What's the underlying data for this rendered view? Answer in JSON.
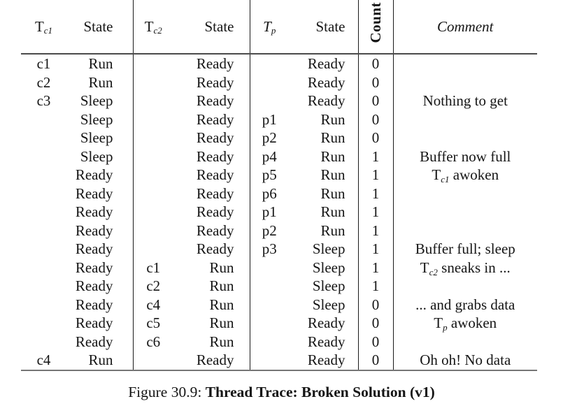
{
  "header": {
    "tc1": {
      "base": "T",
      "sub": "c1"
    },
    "state": "State",
    "tc2": {
      "base": "T",
      "sub": "c2"
    },
    "tp": {
      "base": "T",
      "sub": "p"
    },
    "count": "Count",
    "comment": "Comment"
  },
  "rows": [
    {
      "tc1": "c1",
      "tc1_state": "Run",
      "tc2": "",
      "tc2_state": "Ready",
      "tp": "",
      "tp_state": "Ready",
      "count": "0",
      "comment": {
        "t1": "",
        "sub": "",
        "t2": ""
      }
    },
    {
      "tc1": "c2",
      "tc1_state": "Run",
      "tc2": "",
      "tc2_state": "Ready",
      "tp": "",
      "tp_state": "Ready",
      "count": "0",
      "comment": {
        "t1": "",
        "sub": "",
        "t2": ""
      }
    },
    {
      "tc1": "c3",
      "tc1_state": "Sleep",
      "tc2": "",
      "tc2_state": "Ready",
      "tp": "",
      "tp_state": "Ready",
      "count": "0",
      "comment": {
        "t1": "Nothing to get",
        "sub": "",
        "t2": ""
      }
    },
    {
      "tc1": "",
      "tc1_state": "Sleep",
      "tc2": "",
      "tc2_state": "Ready",
      "tp": "p1",
      "tp_state": "Run",
      "count": "0",
      "comment": {
        "t1": "",
        "sub": "",
        "t2": ""
      }
    },
    {
      "tc1": "",
      "tc1_state": "Sleep",
      "tc2": "",
      "tc2_state": "Ready",
      "tp": "p2",
      "tp_state": "Run",
      "count": "0",
      "comment": {
        "t1": "",
        "sub": "",
        "t2": ""
      }
    },
    {
      "tc1": "",
      "tc1_state": "Sleep",
      "tc2": "",
      "tc2_state": "Ready",
      "tp": "p4",
      "tp_state": "Run",
      "count": "1",
      "comment": {
        "t1": "Buffer now full",
        "sub": "",
        "t2": ""
      }
    },
    {
      "tc1": "",
      "tc1_state": "Ready",
      "tc2": "",
      "tc2_state": "Ready",
      "tp": "p5",
      "tp_state": "Run",
      "count": "1",
      "comment": {
        "t1": "T",
        "sub": "c1",
        "t2": " awoken"
      }
    },
    {
      "tc1": "",
      "tc1_state": "Ready",
      "tc2": "",
      "tc2_state": "Ready",
      "tp": "p6",
      "tp_state": "Run",
      "count": "1",
      "comment": {
        "t1": "",
        "sub": "",
        "t2": ""
      }
    },
    {
      "tc1": "",
      "tc1_state": "Ready",
      "tc2": "",
      "tc2_state": "Ready",
      "tp": "p1",
      "tp_state": "Run",
      "count": "1",
      "comment": {
        "t1": "",
        "sub": "",
        "t2": ""
      }
    },
    {
      "tc1": "",
      "tc1_state": "Ready",
      "tc2": "",
      "tc2_state": "Ready",
      "tp": "p2",
      "tp_state": "Run",
      "count": "1",
      "comment": {
        "t1": "",
        "sub": "",
        "t2": ""
      }
    },
    {
      "tc1": "",
      "tc1_state": "Ready",
      "tc2": "",
      "tc2_state": "Ready",
      "tp": "p3",
      "tp_state": "Sleep",
      "count": "1",
      "comment": {
        "t1": "Buffer full; sleep",
        "sub": "",
        "t2": ""
      }
    },
    {
      "tc1": "",
      "tc1_state": "Ready",
      "tc2": "c1",
      "tc2_state": "Run",
      "tp": "",
      "tp_state": "Sleep",
      "count": "1",
      "comment": {
        "t1": "T",
        "sub": "c2",
        "t2": " sneaks in ..."
      }
    },
    {
      "tc1": "",
      "tc1_state": "Ready",
      "tc2": "c2",
      "tc2_state": "Run",
      "tp": "",
      "tp_state": "Sleep",
      "count": "1",
      "comment": {
        "t1": "",
        "sub": "",
        "t2": ""
      }
    },
    {
      "tc1": "",
      "tc1_state": "Ready",
      "tc2": "c4",
      "tc2_state": "Run",
      "tp": "",
      "tp_state": "Sleep",
      "count": "0",
      "comment": {
        "t1": "... and grabs data",
        "sub": "",
        "t2": ""
      }
    },
    {
      "tc1": "",
      "tc1_state": "Ready",
      "tc2": "c5",
      "tc2_state": "Run",
      "tp": "",
      "tp_state": "Ready",
      "count": "0",
      "comment": {
        "t1": "T",
        "sub": "p",
        "t2": " awoken"
      }
    },
    {
      "tc1": "",
      "tc1_state": "Ready",
      "tc2": "c6",
      "tc2_state": "Run",
      "tp": "",
      "tp_state": "Ready",
      "count": "0",
      "comment": {
        "t1": "",
        "sub": "",
        "t2": ""
      }
    },
    {
      "tc1": "c4",
      "tc1_state": "Run",
      "tc2": "",
      "tc2_state": "Ready",
      "tp": "",
      "tp_state": "Ready",
      "count": "0",
      "comment": {
        "t1": "Oh oh! No data",
        "sub": "",
        "t2": ""
      }
    }
  ],
  "caption": {
    "prefix": "Figure 30.9: ",
    "title": "Thread Trace: Broken Solution (v1)"
  }
}
